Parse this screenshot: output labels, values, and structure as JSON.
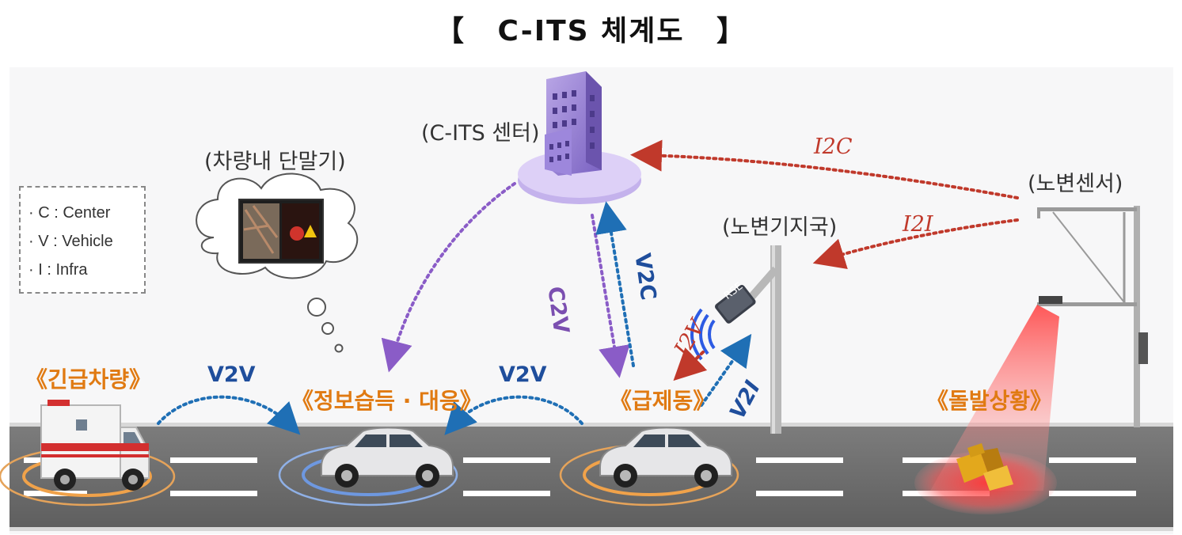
{
  "title": {
    "left_bracket": "【",
    "text": "C-ITS 체계도",
    "right_bracket": "】"
  },
  "legend": [
    {
      "key": "C",
      "value": "Center"
    },
    {
      "key": "V",
      "value": "Vehicle"
    },
    {
      "key": "I",
      "value": "Infra"
    }
  ],
  "labels": {
    "in_vehicle_terminal": "(차량내 단말기)",
    "cits_center": "(C-ITS 센터)",
    "roadside_station": "(노변기지국)",
    "roadside_sensor": "(노변센서)",
    "emergency_vehicle": "《긴급차량》",
    "info_response": "《정보습득 · 대응》",
    "sudden_brake": "《급제동》",
    "incident": "《돌발상황》",
    "rse": "RSE"
  },
  "links": {
    "v2v_left": "V2V",
    "v2v_right": "V2V",
    "c2v": "C2V",
    "v2c": "V2C",
    "i2c": "I2C",
    "i2i": "I2I",
    "i2v": "I2V",
    "v2i": "V2I"
  },
  "colors": {
    "orange": "#e07a12",
    "blue": "#1f6fb5",
    "red": "#c0392b",
    "purple": "#8a5cc7",
    "road": "#707070"
  }
}
